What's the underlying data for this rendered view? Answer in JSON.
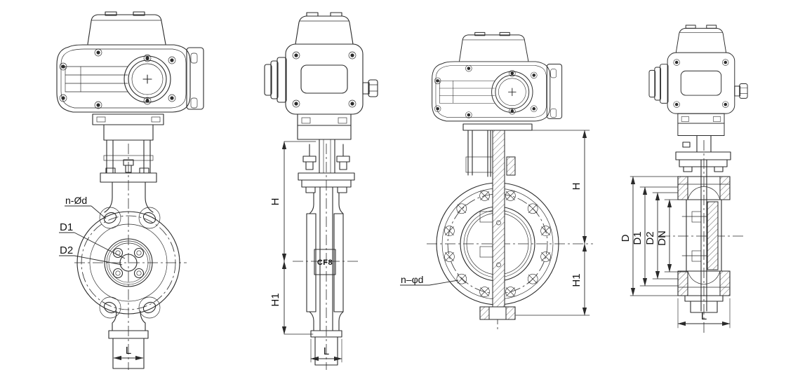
{
  "page": {
    "background": "#ffffff",
    "line_color": "#2a2a2a",
    "description_visible_text_only": true
  },
  "views": [
    {
      "id": "wafer-butterfly-front",
      "labels": {
        "bolt_spec": "n-Ød",
        "d1": "D1",
        "d2": "D2",
        "length": "L"
      }
    },
    {
      "id": "wafer-butterfly-side",
      "labels": {
        "h": "H",
        "h1": "H1",
        "material": "CF8",
        "length": "L"
      }
    },
    {
      "id": "flanged-butterfly-front",
      "labels": {
        "bolt_spec": "n–φd",
        "h": "H",
        "h1": "H1"
      }
    },
    {
      "id": "flanged-butterfly-side-section",
      "labels": {
        "d": "D",
        "d1": "D1",
        "d2": "D2",
        "dn": "DN",
        "length": "L"
      }
    }
  ]
}
